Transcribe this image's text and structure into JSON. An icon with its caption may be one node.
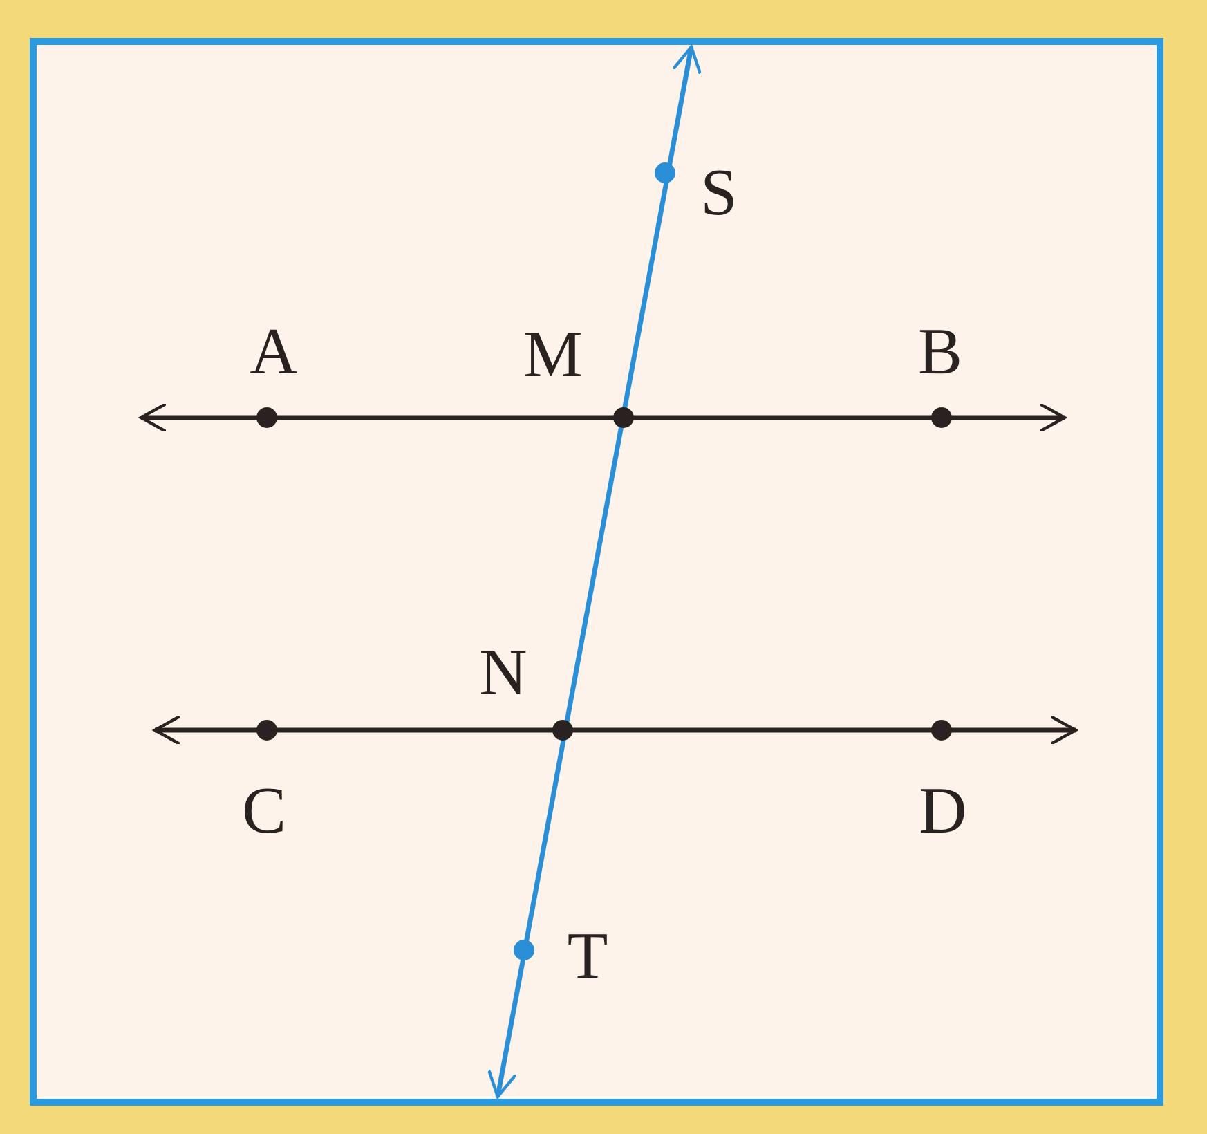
{
  "diagram": {
    "labels": [
      "S",
      "A",
      "M",
      "B",
      "N",
      "C",
      "D",
      "T"
    ]
  }
}
